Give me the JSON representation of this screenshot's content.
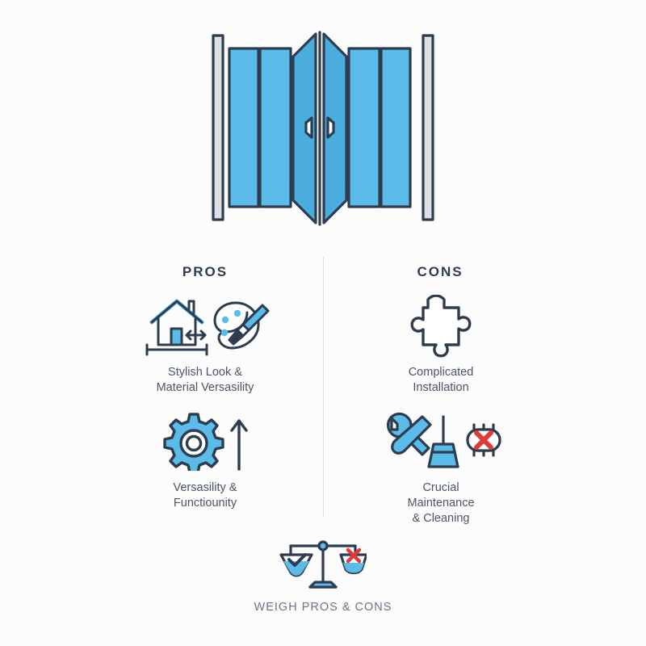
{
  "background_color": "#fcfcfc",
  "palette": {
    "outline": "#2d3c4e",
    "panel_light": "#5bbcea",
    "panel_dark": "#4aadde",
    "frame_rail": "#dde1e6",
    "heading_text": "#2d3c4e",
    "body_text": "#4a5566",
    "footer_text": "#6a7585",
    "divider": "#d9dde1",
    "accent_red": "#e03b3b"
  },
  "hero": {
    "name": "bifold-door-illustration",
    "alt": "Blue bifold accordion door with six folding panels and two frame rails",
    "panel_count": 6,
    "rail_count": 2,
    "handle_count": 2
  },
  "columns": {
    "pros": {
      "heading": "PROS",
      "entries": [
        {
          "icon": "house-and-paint-palette-icon",
          "label": "Stylish Look &\nMaterial Versasility"
        },
        {
          "icon": "gear-with-up-arrow-icon",
          "label": "Versasility &\nFunctiounity"
        }
      ]
    },
    "cons": {
      "heading": "CONS",
      "entries": [
        {
          "icon": "puzzle-piece-icon",
          "label": "Complicated\nInstallation"
        },
        {
          "icon": "tools-broom-and-no-sign-icon",
          "label": "Crucial\nMaintenance\n& Cleaning"
        }
      ]
    }
  },
  "footer": {
    "icon": "balance-scale-icon",
    "label": "WEIGH PROS & CONS"
  }
}
